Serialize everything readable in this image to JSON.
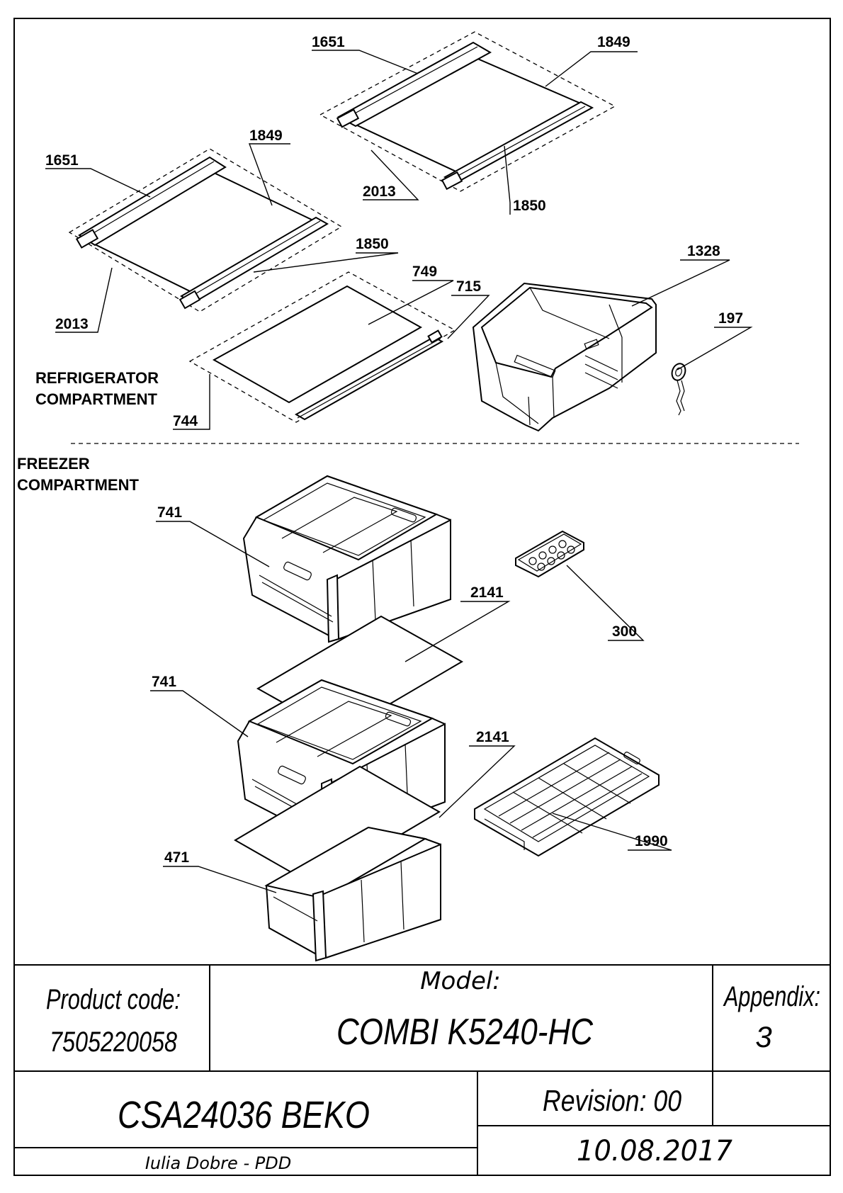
{
  "sections": {
    "refrigerator": [
      "REFRIGERATOR",
      "COMPARTMENT"
    ],
    "freezer": [
      "FREEZER",
      "COMPARTMENT"
    ]
  },
  "parts": {
    "p1651a": "1651",
    "p1849a": "1849",
    "p2013a": "2013",
    "p1850a": "1850",
    "p1651b": "1651",
    "p1849b": "1849",
    "p2013b": "2013",
    "p1850b": "1850",
    "p749": "749",
    "p715": "715",
    "p744": "744",
    "p1328": "1328",
    "p197": "197",
    "p741a": "741",
    "p2141a": "2141",
    "p300": "300",
    "p741b": "741",
    "p2141b": "2141",
    "p471": "471",
    "p1990": "1990"
  },
  "title_block": {
    "product_code_label": "Product code:",
    "product_code": "7505220058",
    "model_label": "Model:",
    "model": "COMBI K5240-HC",
    "appendix_label": "Appendix:",
    "appendix": "3",
    "document": "CSA24036 BEKO",
    "author": "Iulia Dobre - PDD",
    "revision": "Revision: 00",
    "date": "10.08.2017"
  }
}
